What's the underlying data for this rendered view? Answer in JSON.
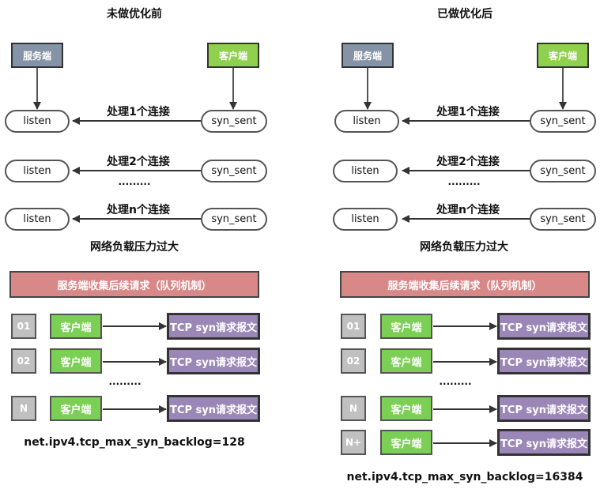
{
  "left": {
    "title": "未做优化前",
    "server_label": "服务端",
    "client_label": "客户端",
    "listen_label": "listen",
    "syn_label": "syn_sent",
    "conn1": "处理1个连接",
    "conn2": "处理2个连接",
    "connn": "处理n个连接",
    "dots_mid": "·········",
    "load": "网络负载压力过大",
    "queue_title": "服务端收集后续请求（队列机制）",
    "rows": [
      {
        "num": "01",
        "client": "客户端",
        "req": "TCP syn请求报文"
      },
      {
        "num": "02",
        "client": "客户端",
        "req": "TCP syn请求报文"
      },
      {
        "num": "N",
        "client": "客户端",
        "req": "TCP syn请求报文"
      }
    ],
    "queue_dots": "·········",
    "setting": "net.ipv4.tcp_max_syn_backlog=128"
  },
  "right": {
    "title": "已做优化后",
    "server_label": "服务端",
    "client_label": "客户端",
    "listen_label": "listen",
    "syn_label": "syn_sent",
    "conn1": "处理1个连接",
    "conn2": "处理2个连接",
    "connn": "处理n个连接",
    "dots_mid": "·········",
    "load": "网络负载压力过大",
    "queue_title": "服务端收集后续请求（队列机制）",
    "rows": [
      {
        "num": "01",
        "client": "客户端",
        "req": "TCP syn请求报文"
      },
      {
        "num": "02",
        "client": "客户端",
        "req": "TCP syn请求报文"
      },
      {
        "num": "N",
        "client": "客户端",
        "req": "TCP syn请求报文"
      },
      {
        "num": "N+",
        "client": "客户端",
        "req": "TCP syn请求报文"
      }
    ],
    "queue_dots": "·········",
    "setting": "net.ipv4.tcp_max_syn_backlog=16384"
  },
  "colors": {
    "server": "#8593a6",
    "client": "#8fd14f",
    "queue_header": "#d98888",
    "request": "#9b87b7",
    "number": "#c0c0c0"
  }
}
